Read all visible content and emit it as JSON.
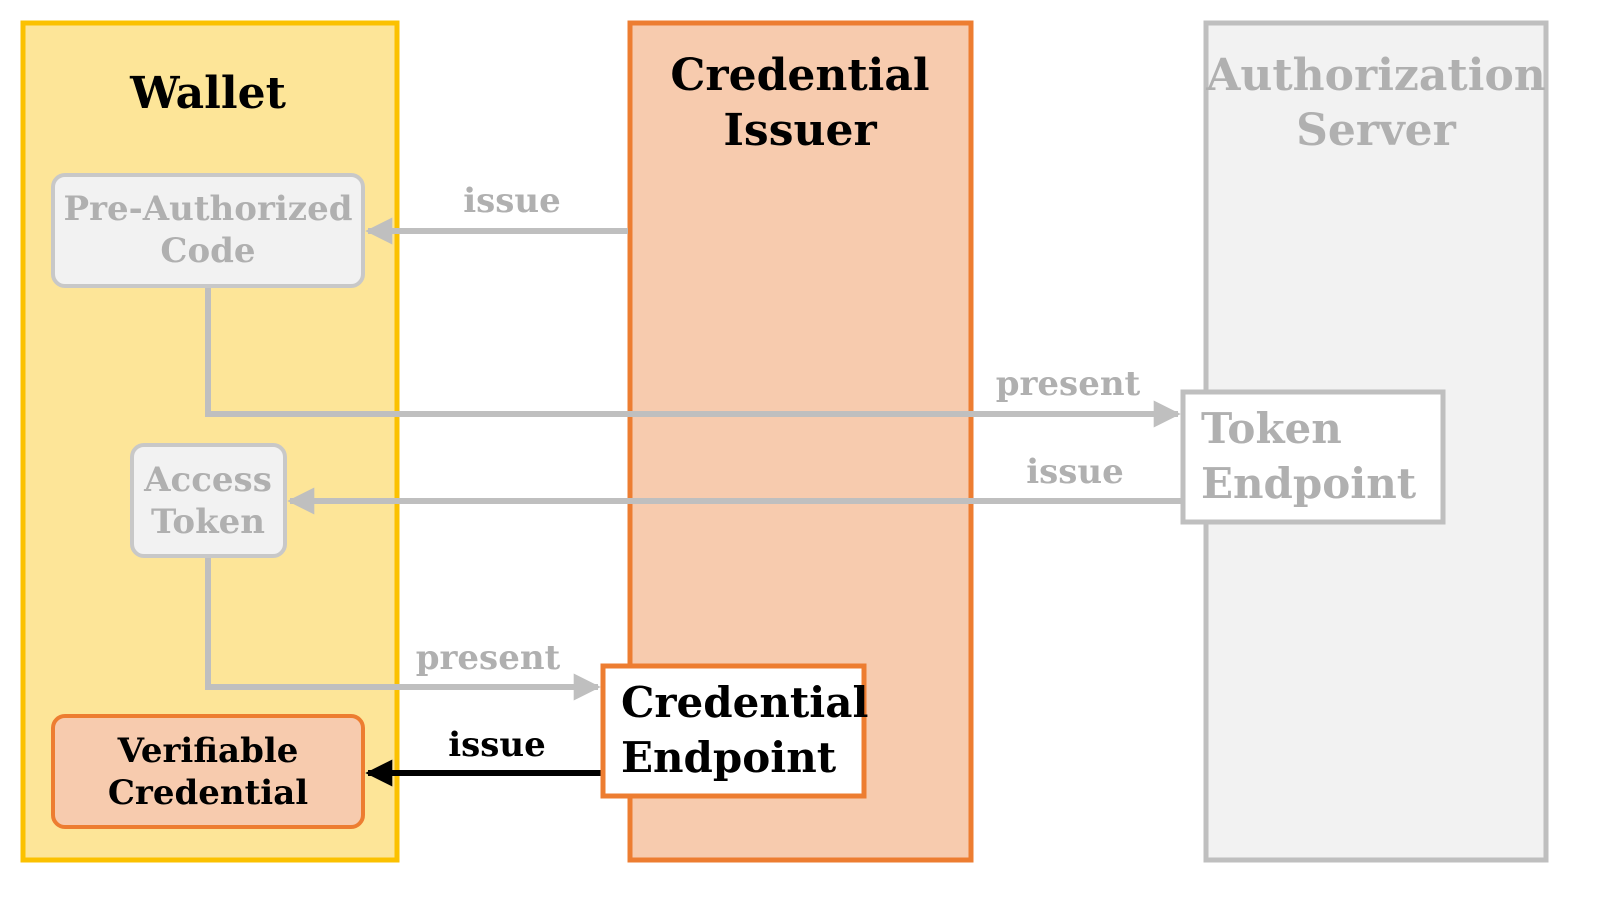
{
  "lanes": {
    "wallet": {
      "title": "Wallet"
    },
    "issuer": {
      "title_line1": "Credential",
      "title_line2": "Issuer"
    },
    "auth_server": {
      "title_line1": "Authorization",
      "title_line2": "Server"
    }
  },
  "boxes": {
    "pre_auth_code": {
      "line1": "Pre-Authorized",
      "line2": "Code"
    },
    "access_token": {
      "line1": "Access",
      "line2": "Token"
    },
    "verifiable_credential": {
      "line1": "Verifiable",
      "line2": "Credential"
    },
    "token_endpoint": {
      "line1": "Token",
      "line2": "Endpoint"
    },
    "credential_endpoint": {
      "line1": "Credential",
      "line2": "Endpoint"
    }
  },
  "arrows": {
    "issue_code": "issue",
    "present_code": "present",
    "issue_token": "issue",
    "present_token": "present",
    "issue_credential": "issue"
  },
  "colors": {
    "wallet_fill": "#FDE598",
    "wallet_border": "#FBC100",
    "issuer_fill": "#F7CBAE",
    "issuer_border": "#ED7D31",
    "auth_fill": "#F2F2F2",
    "auth_border": "#BFBFBF",
    "muted_box_fill": "#F2F2F2",
    "muted_box_border": "#C8C8C8",
    "muted_text": "#B0B0B0",
    "active_text": "#000000",
    "endpoint_fill": "#FFFFFF"
  }
}
